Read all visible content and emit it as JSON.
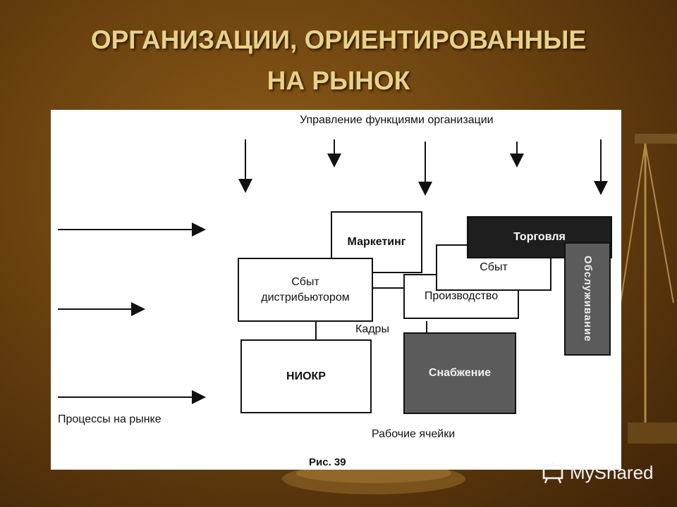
{
  "slide": {
    "title_line1": "ОРГАНИЗАЦИИ, ОРИЕНТИРОВАННЫЕ",
    "title_line2": "НА РЫНОК"
  },
  "diagram": {
    "top_label": "Управление функциями организации",
    "left_label": "Процессы на рынке",
    "bottom_label": "Рабочие ячейки",
    "caption": "Рис. 39",
    "boxes": {
      "marketing": "Маркетинг",
      "distributor_line1": "Сбыт",
      "distributor_line2": "дистрибьютором",
      "production": "Производство",
      "sales": "Сбыт",
      "trade": "Торговля",
      "service": "Обслуживание",
      "personnel": "Кадры",
      "rnd": "НИОКР",
      "supply": "Снабжение"
    }
  },
  "watermark": {
    "text": "MyShared"
  },
  "colors": {
    "background": "#6b420f",
    "title": "#e8d28a",
    "dark_box": "#1e1e1e",
    "grey_box": "#5b5b5b"
  }
}
